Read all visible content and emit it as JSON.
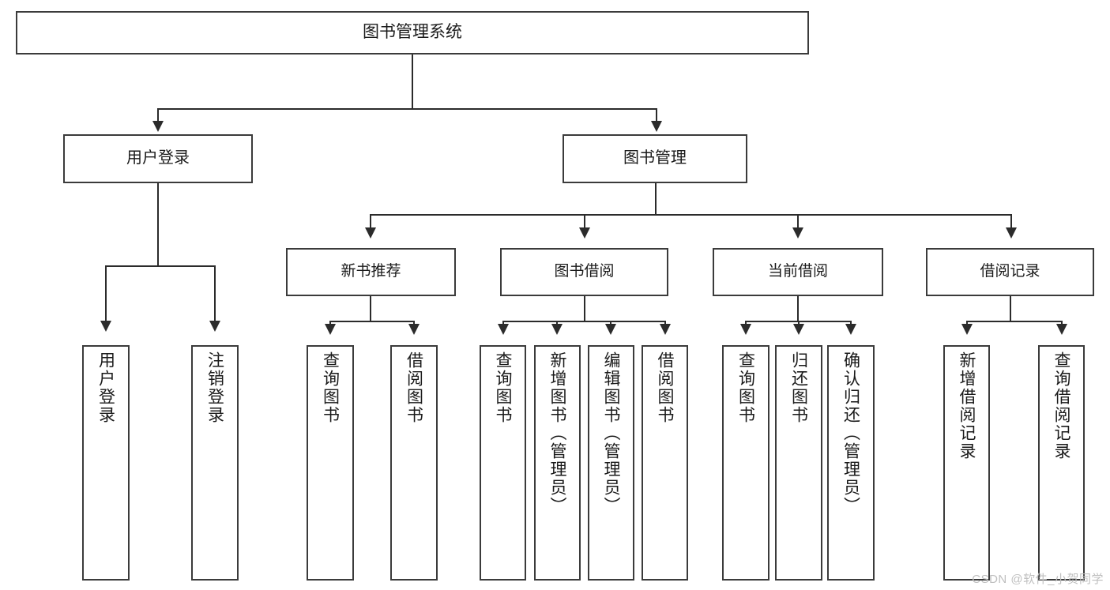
{
  "diagram": {
    "type": "tree-hierarchy",
    "title": "图书管理系统",
    "watermark": "CSDN @软件_小贺同学",
    "colors": {
      "background": "#ffffff",
      "box_border": "#3b3b3b",
      "connector": "#2b2b2b",
      "text": "#1a1a1a",
      "watermark": "#bfbfbf"
    },
    "nodes": {
      "root": {
        "label": "图书管理系统"
      },
      "level1": [
        {
          "id": "user-login",
          "label": "用户登录"
        },
        {
          "id": "book-manage",
          "label": "图书管理"
        }
      ],
      "level2": [
        {
          "id": "new-book-recommend",
          "label": "新书推荐"
        },
        {
          "id": "book-borrow",
          "label": "图书借阅"
        },
        {
          "id": "current-borrow",
          "label": "当前借阅"
        },
        {
          "id": "borrow-record",
          "label": "借阅记录"
        }
      ],
      "leaves": {
        "user-login": [
          {
            "id": "leaf-user-login",
            "label": "用户登录"
          },
          {
            "id": "leaf-logout-login",
            "label": "注销登录"
          }
        ],
        "new-book-recommend": [
          {
            "id": "leaf-query-book-1",
            "label": "查询图书"
          },
          {
            "id": "leaf-borrow-book-1",
            "label": "借阅图书"
          }
        ],
        "book-borrow": [
          {
            "id": "leaf-query-book-2",
            "label": "查询图书"
          },
          {
            "id": "leaf-add-book",
            "label": "新增图书（管理员）"
          },
          {
            "id": "leaf-edit-book",
            "label": "编辑图书（管理员）"
          },
          {
            "id": "leaf-borrow-book-2",
            "label": "借阅图书"
          }
        ],
        "current-borrow": [
          {
            "id": "leaf-query-book-3",
            "label": "查询图书"
          },
          {
            "id": "leaf-return-book",
            "label": "归还图书"
          },
          {
            "id": "leaf-confirm-return",
            "label": "确认归还（管理员）"
          }
        ],
        "borrow-record": [
          {
            "id": "leaf-add-record",
            "label": "新增借阅记录"
          },
          {
            "id": "leaf-query-record",
            "label": "查询借阅记录"
          }
        ]
      }
    }
  }
}
